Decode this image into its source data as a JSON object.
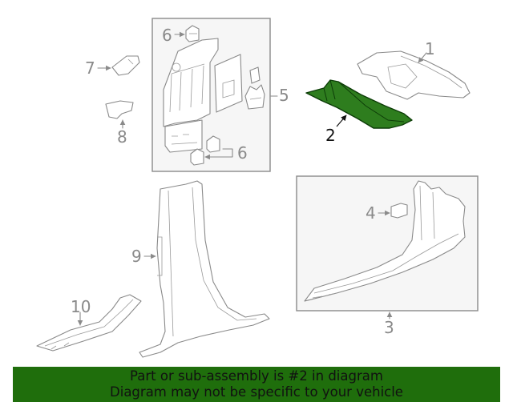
{
  "callouts": {
    "c1": "1",
    "c2": "2",
    "c3": "3",
    "c4": "4",
    "c5": "5",
    "c6a": "6",
    "c6b": "6",
    "c7": "7",
    "c8": "8",
    "c9": "9",
    "c10": "10"
  },
  "highlighted_part": "2",
  "colors": {
    "highlight_fill": "#2e7d1e",
    "banner_background": "#1f6e0c",
    "line_art": "#8a8a8a"
  },
  "banner": {
    "line1": "Part or sub-assembly is #2 in diagram",
    "line2": "Diagram may not be specific to your vehicle"
  }
}
